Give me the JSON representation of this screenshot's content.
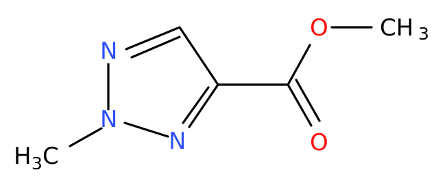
{
  "molecule": {
    "colors": {
      "bond": "#000000",
      "nitrogen": "#3050F8",
      "oxygen": "#FF0D0D",
      "carbon": "#000000"
    },
    "labels": {
      "n1": "N",
      "n2": "N",
      "n3": "N",
      "o_ester": "O",
      "o_carbonyl": "O",
      "methyl_ester_main": "CH",
      "methyl_ester_sub": "3",
      "methyl_n_main_h": "H",
      "methyl_n_sub": "3",
      "methyl_n_main_c": "C"
    }
  }
}
